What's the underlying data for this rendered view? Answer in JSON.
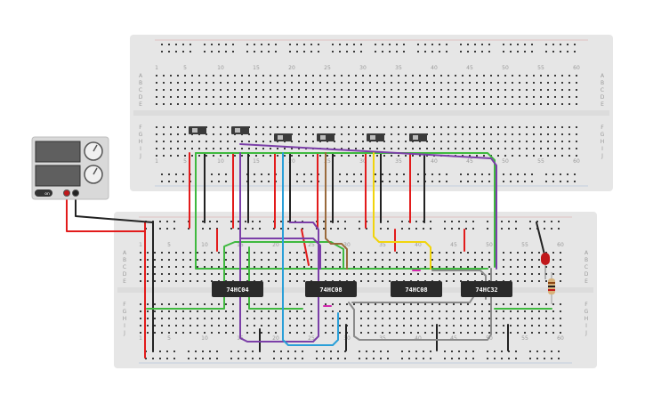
{
  "top_breadboard": {
    "column_numbers": [
      "1",
      "5",
      "10",
      "15",
      "20",
      "25",
      "30",
      "35",
      "40",
      "45",
      "50",
      "55",
      "60"
    ],
    "row_letters_upper": [
      "A",
      "B",
      "C",
      "D",
      "E"
    ],
    "row_letters_lower": [
      "F",
      "G",
      "H",
      "I",
      "J"
    ]
  },
  "bottom_breadboard": {
    "column_numbers": [
      "1",
      "5",
      "10",
      "15",
      "20",
      "25",
      "30",
      "35",
      "40",
      "45",
      "50",
      "55",
      "60"
    ],
    "row_letters_upper": [
      "A",
      "B",
      "C",
      "D",
      "E"
    ],
    "row_letters_lower": [
      "F",
      "G",
      "H",
      "I",
      "J"
    ]
  },
  "chips": [
    {
      "label": "74HC04"
    },
    {
      "label": "74HC08"
    },
    {
      "label": "74HC08"
    },
    {
      "label": "74HC32"
    }
  ],
  "power_supply": {
    "button_label": "on"
  },
  "switch_count": 6,
  "colors": {
    "board": "#e6e6e6",
    "wire_red": "#e21b1b",
    "wire_black": "#222222",
    "wire_green": "#3fb93f",
    "wire_purple": "#7b3fa8",
    "wire_blue": "#2a9fd8",
    "wire_brown": "#9a6a3c",
    "wire_yellow": "#f1d40c",
    "wire_gray": "#8a8a8a",
    "led": "#c0181b"
  }
}
